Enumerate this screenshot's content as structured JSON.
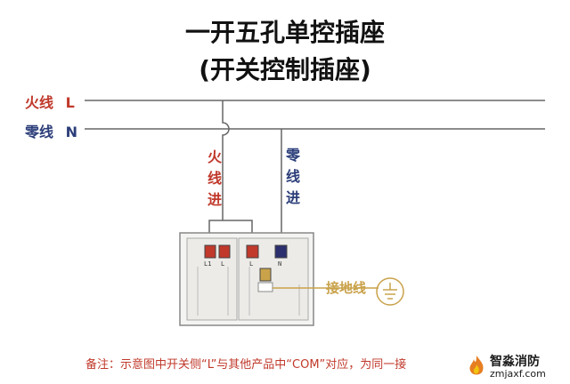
{
  "title": {
    "line1": "一开五孔单控插座",
    "line2": "(开关控制插座)"
  },
  "wires": {
    "live": {
      "name": "火线",
      "letter": "L",
      "color": "#c0392b"
    },
    "neutral": {
      "name": "零线",
      "letter": "N",
      "color": "#2c3e7a"
    }
  },
  "vertical_labels": {
    "live_in": [
      "火",
      "线",
      "进"
    ],
    "neutral_in": [
      "零",
      "线",
      "进"
    ]
  },
  "terminals": {
    "switch": [
      "L1",
      "L"
    ],
    "socket_l": "L",
    "socket_n": "N"
  },
  "ground": {
    "label": "接地线",
    "color": "#c9a24a"
  },
  "note": "备注：示意图中开关侧“L”与其他产品中“COM”对应，为同一接",
  "logo": {
    "name": "智淼消防",
    "url": "zmjaxf.com"
  }
}
